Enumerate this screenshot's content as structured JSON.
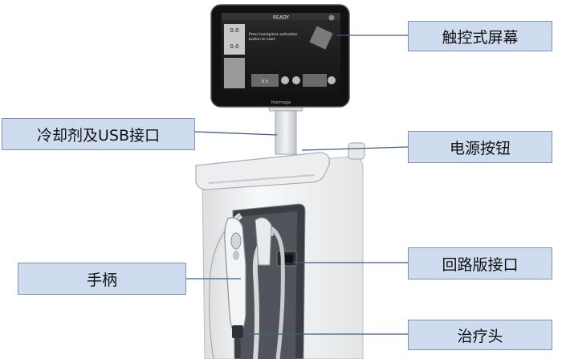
{
  "labels": {
    "touchscreen": "触控式屏幕",
    "coolant_usb": "冷却剂及USB接口",
    "power_button": "电源按钮",
    "handpiece": "手柄",
    "return_port": "回路版接口",
    "treatment_tip": "治疗头"
  },
  "screen": {
    "status": "READY",
    "value_a": "0.0",
    "value_b": "0.0",
    "instruction_line1": "Press handpiece activation",
    "instruction_line2": "button to start",
    "value_c": "0.0",
    "brand": "thermage"
  },
  "colors": {
    "label_fill": "#cfdcf0",
    "label_border": "#7f93b5",
    "leader_line": "#3f5c8c",
    "device_body": "#f2f3f4",
    "screen_bg": "#1a1a1a"
  }
}
